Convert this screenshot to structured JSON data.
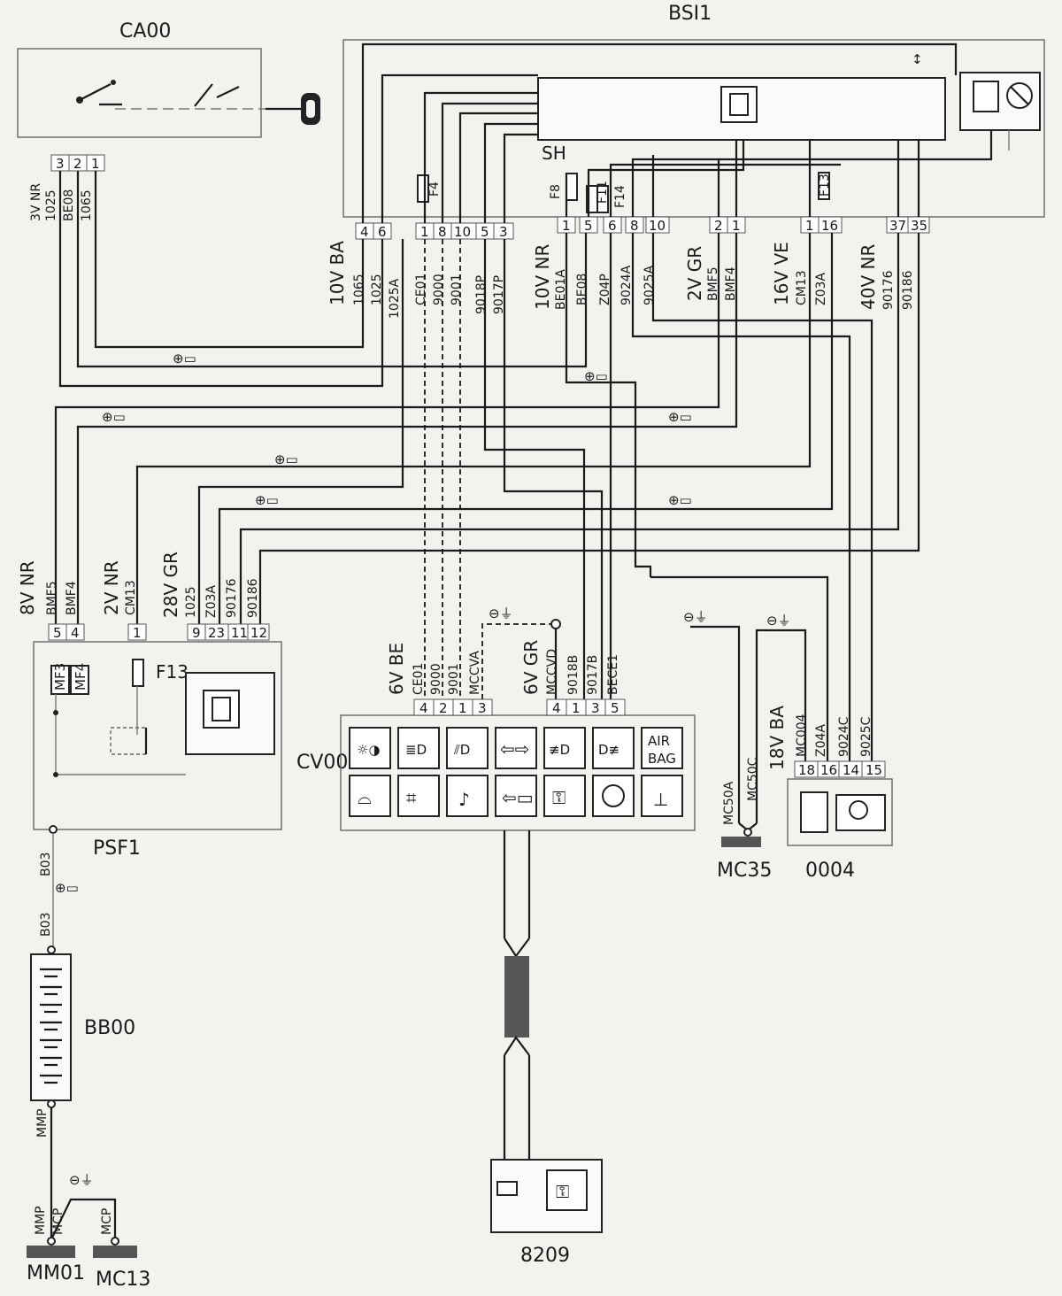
{
  "components": {
    "ca00": "CA00",
    "bsi1": "BSI1",
    "psf1": "PSF1",
    "cv00": "CV00",
    "bb00": "BB00",
    "c0004": "0004",
    "c8209": "8209",
    "mc35": "MC35",
    "mm01": "MM01",
    "mc13": "MC13"
  },
  "connectors": {
    "ca00": {
      "spec": "3V NR",
      "pins": [
        "3",
        "2",
        "1"
      ]
    },
    "bsi1_left": {
      "spec": "10V BA",
      "pins": [
        "4",
        "6",
        "1",
        "8",
        "10",
        "5",
        "3"
      ]
    },
    "bsi1_mid": {
      "spec": "10V NR",
      "pins": [
        "1",
        "5",
        "6",
        "8",
        "10"
      ]
    },
    "bsi1_gr": {
      "spec": "2V GR",
      "pins": [
        "2",
        "1"
      ]
    },
    "bsi1_ve": {
      "spec": "16V VE",
      "pins": [
        "1",
        "16"
      ]
    },
    "bsi1_nr40": {
      "spec": "40V NR",
      "pins": [
        "37",
        "35"
      ]
    },
    "psf1_nr8": {
      "spec": "8V NR",
      "pins": [
        "5",
        "4"
      ]
    },
    "psf1_nr2": {
      "spec": "2V NR",
      "pins": [
        "1"
      ]
    },
    "psf1_gr28": {
      "spec": "28V GR",
      "pins": [
        "9",
        "23",
        "11",
        "12"
      ]
    },
    "cv00_be": {
      "spec": "6V BE",
      "pins": [
        "4",
        "2",
        "1",
        "3"
      ]
    },
    "cv00_gr": {
      "spec": "6V GR",
      "pins": [
        "4",
        "1",
        "3",
        "5"
      ]
    },
    "c0004": {
      "spec": "18V BA",
      "pins": [
        "18",
        "16",
        "14",
        "15"
      ]
    }
  },
  "wires": {
    "ca00": [
      "1025",
      "BE08",
      "1065"
    ],
    "bsi1_left": [
      "1065",
      "1025",
      "1025A",
      "CE01",
      "9000",
      "9001",
      "9018P",
      "9017P"
    ],
    "bsi1_mid": [
      "BE01A",
      "BE08",
      "Z04P",
      "9024A",
      "9025A"
    ],
    "bsi1_gr": [
      "BMF5",
      "BMF4"
    ],
    "bsi1_ve": [
      "CM13",
      "Z03A"
    ],
    "bsi1_nr40": [
      "90176",
      "90186"
    ],
    "psf1_nr8": [
      "BMF5",
      "BMF4"
    ],
    "psf1_nr2": [
      "CM13"
    ],
    "psf1_gr28": [
      "1025",
      "Z03A",
      "90176",
      "90186"
    ],
    "cv00_be": [
      "CE01",
      "9000",
      "9001",
      "MCCVA"
    ],
    "cv00_gr": [
      "MCCVD",
      "9018B",
      "9017B",
      "BECE1"
    ],
    "c0004": [
      "MC004",
      "Z04A",
      "9024C",
      "9025C"
    ],
    "mc35": [
      "MC50A",
      "MC50C"
    ],
    "battery_top": [
      "B03",
      "B03"
    ],
    "battery_bottom": [
      "MMP"
    ],
    "ground": [
      "MMP",
      "MCP",
      "MCP"
    ]
  },
  "fuses": {
    "f4": "F4",
    "f8": "F8",
    "f11": "F11",
    "f14": "F14",
    "f13": "F13",
    "psf_f13": "F13"
  },
  "labels": {
    "sh": "SH",
    "mf3": "MF3",
    "mf4": "MF4",
    "airbag_line1": "AIR",
    "airbag_line2": "BAG"
  }
}
